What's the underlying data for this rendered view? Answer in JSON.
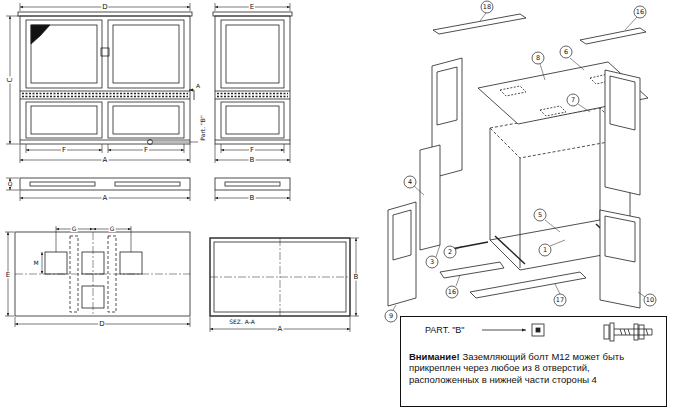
{
  "diagram": {
    "nodes": [
      {
        "text": [
          "PART. \"B\"",
          "Внимание!",
          "Заземляющий болт M12 может быть прикреплен через любое из 8 отверстий, расположенных в нижней части стороны 4"
        ]
      }
    ],
    "labels": [
      "D",
      "C",
      "A",
      "Part. \"B\"",
      "F",
      "F",
      "A",
      "E",
      "F",
      "B",
      "Q",
      "A",
      "B",
      "G",
      "G",
      "M",
      "E",
      "D",
      "B",
      "SEZ. A-A",
      "A",
      "18",
      "16",
      "8",
      "6",
      "7",
      "4",
      "5",
      "3",
      "2",
      "1",
      "16",
      "17",
      "9",
      "10"
    ]
  }
}
